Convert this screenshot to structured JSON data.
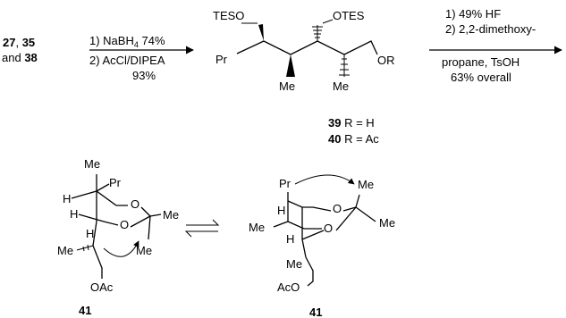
{
  "compounds": {
    "start_a": "27",
    "start_sep": ", ",
    "start_b": "35",
    "start_and": "and ",
    "start_c": "38",
    "c39": "39",
    "c39_rest": " R = H",
    "c40": "40",
    "c40_rest": " R = Ac",
    "c41_left": "41",
    "c41_right": "41"
  },
  "reaction1": {
    "step1_prefix": "1) NaBH",
    "step1_sub": "4",
    "step1_suffix": " 74%",
    "step2": "2) AcCl/DIPEA",
    "yield": "93%"
  },
  "reaction2": {
    "step1": "1) 49% HF",
    "step2": "2) 2,2-dimethoxy-",
    "step3": "propane, TsOH",
    "yield": "63% overall"
  },
  "structure_top": {
    "tes1": "TESO",
    "tes2": "OTES",
    "pr": "Pr",
    "me1": "Me",
    "me2": "Me",
    "or": "OR"
  },
  "structure_left": {
    "me_top": "Me",
    "pr": "Pr",
    "h1": "H",
    "h2": "H",
    "o1": "O",
    "o2": "O",
    "me_r1": "Me",
    "me_r2": "Me",
    "me_side": "Me",
    "h3": "H",
    "oac": "OAc"
  },
  "structure_right": {
    "pr": "Pr",
    "me_r1": "Me",
    "me_r2": "Me",
    "o1": "O",
    "o2": "O",
    "h1": "H",
    "me_left": "Me",
    "h2": "H",
    "me_bottom": "Me",
    "aco": "AcO"
  }
}
